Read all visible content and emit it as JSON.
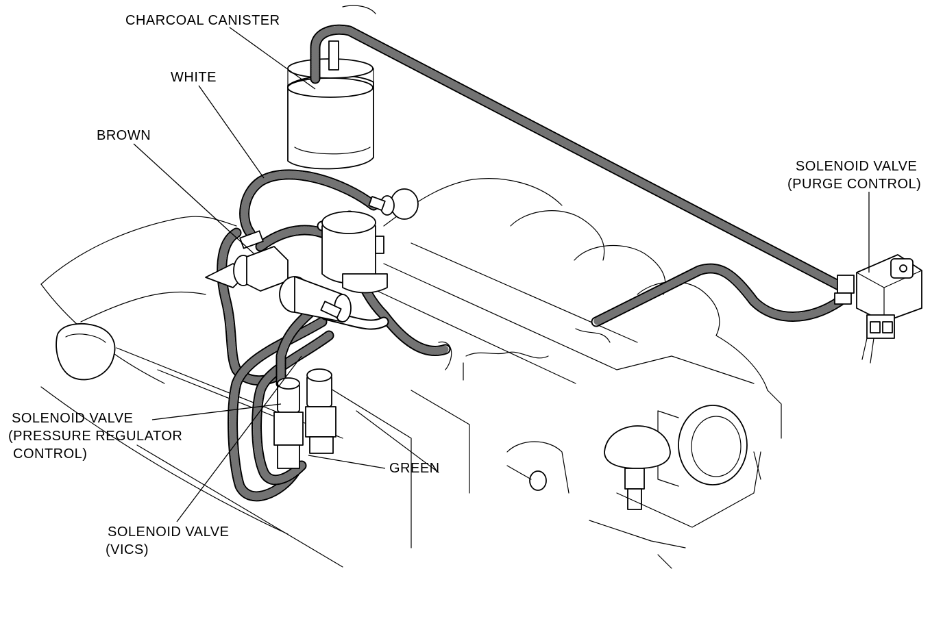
{
  "labels": {
    "charcoal_canister": "CHARCOAL CANISTER",
    "white": "WHITE",
    "brown": "BROWN",
    "purge_line1": "SOLENOID VALVE",
    "purge_line2": "(PURGE CONTROL)",
    "prc_line1": "SOLENOID VALVE",
    "prc_line2": "(PRESSURE REGULATOR",
    "prc_line3": "CONTROL)",
    "green": "GREEN",
    "vics_line1": "SOLENOID VALVE",
    "vics_line2": "(VICS)"
  },
  "colors": {
    "ink": "#000000",
    "paper": "#ffffff"
  }
}
